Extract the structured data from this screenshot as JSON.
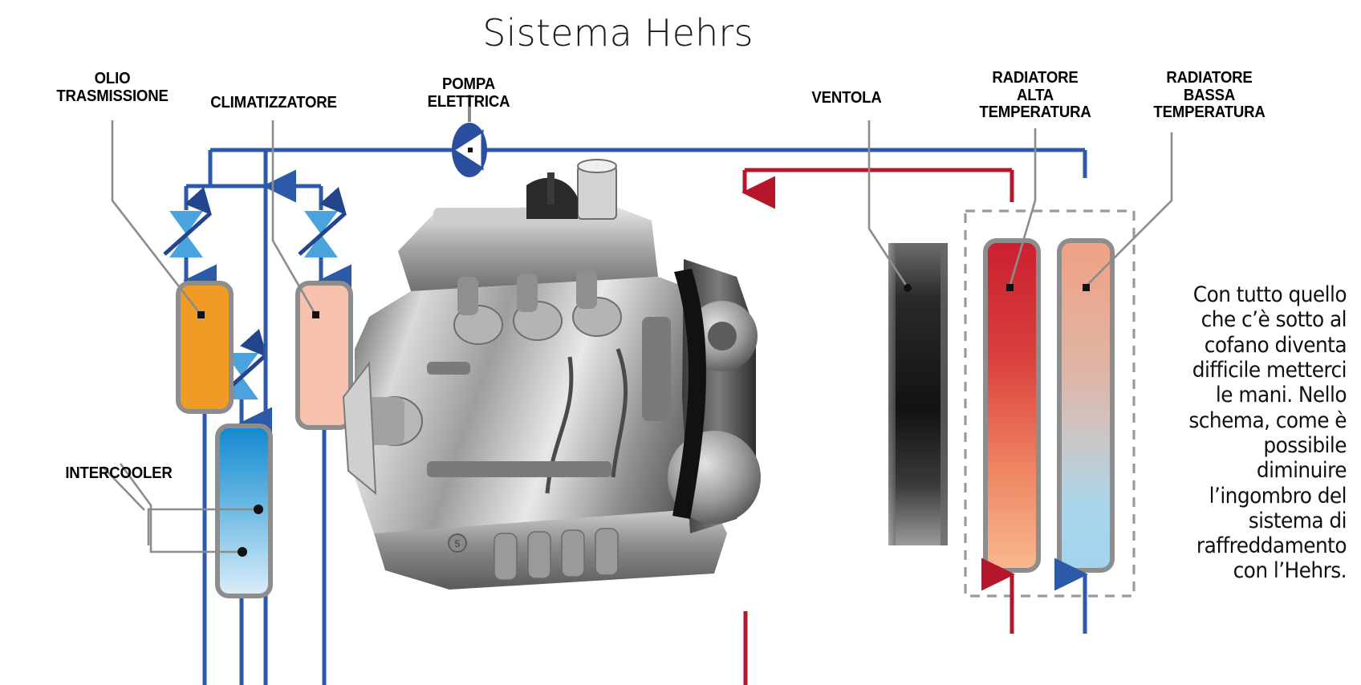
{
  "title": "Sistema Hehrs",
  "labels": {
    "olio_trasmissione": "OLIO\nTRASMISSIONE",
    "climatizzatore": "CLIMATIZZATORE",
    "pompa_elettrica": "POMPA\nELETTRICA",
    "ventola": "VENTOLA",
    "radiatore_alta": "RADIATORE\nALTA\nTEMPERATURA",
    "radiatore_bassa": "RADIATORE\nBASSA\nTEMPERATURA",
    "intercooler": "INTERCOOLER"
  },
  "body_text": "Con tutto quello che c’è sotto al cofano diventa difficile metterci le mani. Nello schema, come è possibile diminuire l’ingombro del sistema di raffreddamento con l’Hehrs.",
  "colors": {
    "pipe_cold": "#2d5aa8",
    "pipe_hot": "#c0182f",
    "valve_fill": "#4aa3dc",
    "valve_stroke": "#22458c",
    "pump_fill": "#2b4f9e",
    "oil_cooler": "#ef9b25",
    "ac_condenser": "#f6c2ae",
    "intercooler_top": "#1f8fd4",
    "intercooler_bottom": "#d8ecf9",
    "radiator_ht_top": "#cf2233",
    "radiator_ht_bottom": "#f7b184",
    "radiator_lt_top": "#f0a183",
    "radiator_lt_mid": "#c9c9cc",
    "radiator_lt_bottom": "#a7d5ee",
    "box_border": "#8d8d8d",
    "leader": "#808080",
    "dashed_outline": "#9a9a9a",
    "fan_dark": "#171717",
    "fan_light": "#8f8f8f"
  },
  "components": [
    {
      "name": "oil-transmission-cooler",
      "label_key": "olio_trasmissione"
    },
    {
      "name": "ac-condenser",
      "label_key": "climatizzatore"
    },
    {
      "name": "electric-pump",
      "label_key": "pompa_elettrica"
    },
    {
      "name": "intercooler",
      "label_key": "intercooler"
    },
    {
      "name": "fan",
      "label_key": "ventola"
    },
    {
      "name": "high-temperature-radiator",
      "label_key": "radiatore_alta"
    },
    {
      "name": "low-temperature-radiator",
      "label_key": "radiatore_bassa"
    }
  ]
}
